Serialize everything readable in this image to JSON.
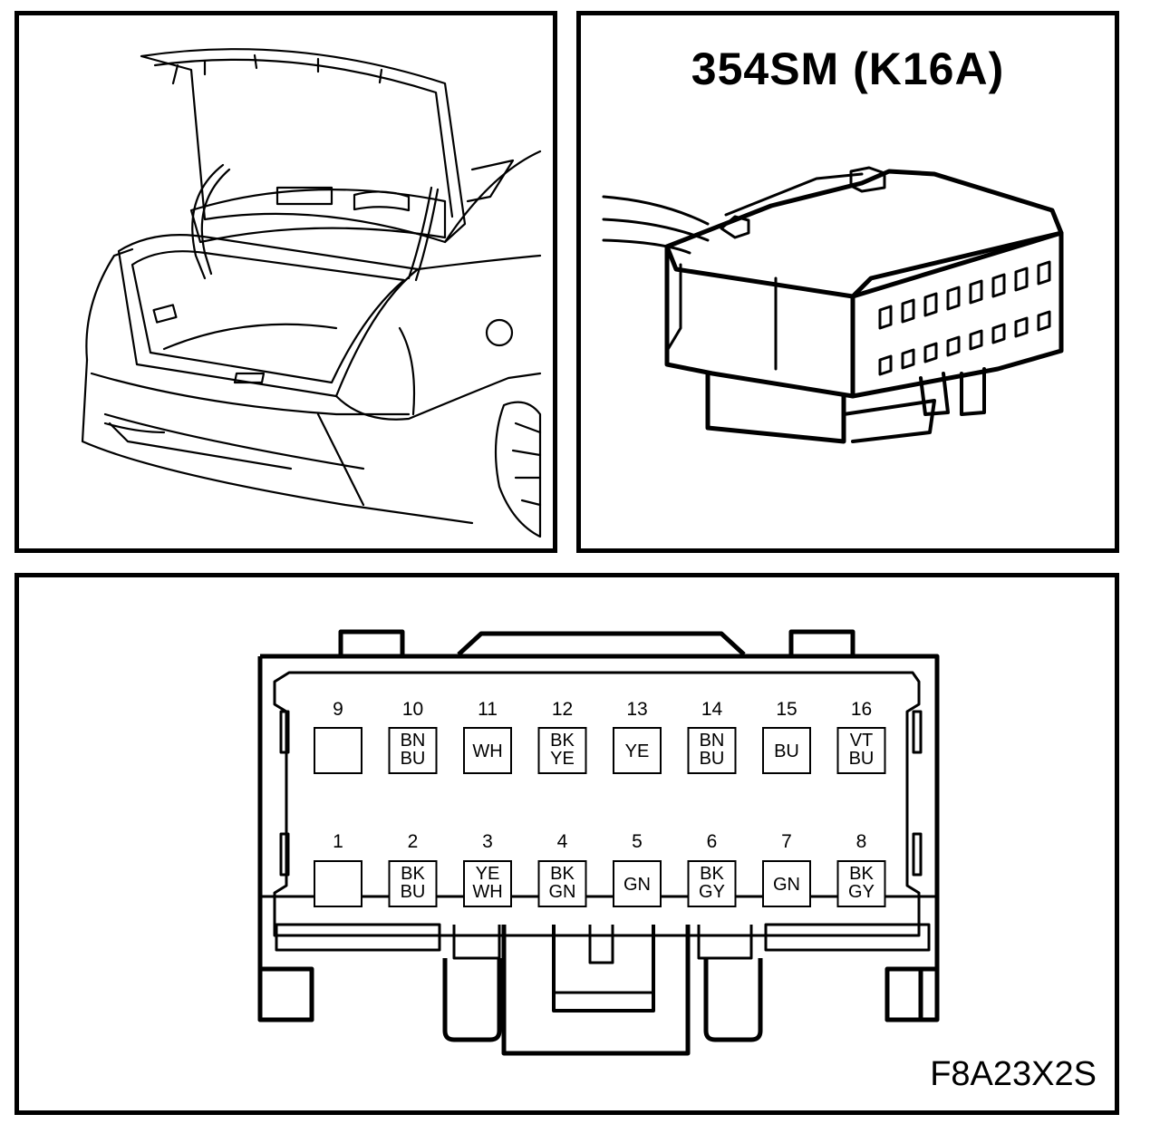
{
  "connector_title": "354SM (K16A)",
  "figure_code": "F8A23X2S",
  "pin_rows": {
    "top": [
      {
        "num": "9",
        "wires": []
      },
      {
        "num": "10",
        "wires": [
          "BN",
          "BU"
        ]
      },
      {
        "num": "11",
        "wires": [
          "WH"
        ]
      },
      {
        "num": "12",
        "wires": [
          "BK",
          "YE"
        ]
      },
      {
        "num": "13",
        "wires": [
          "YE"
        ]
      },
      {
        "num": "14",
        "wires": [
          "BN",
          "BU"
        ]
      },
      {
        "num": "15",
        "wires": [
          "BU"
        ]
      },
      {
        "num": "16",
        "wires": [
          "VT",
          "BU"
        ]
      }
    ],
    "bottom": [
      {
        "num": "1",
        "wires": []
      },
      {
        "num": "2",
        "wires": [
          "BK",
          "BU"
        ]
      },
      {
        "num": "3",
        "wires": [
          "YE",
          "WH"
        ]
      },
      {
        "num": "4",
        "wires": [
          "BK",
          "GN"
        ]
      },
      {
        "num": "5",
        "wires": [
          "GN"
        ]
      },
      {
        "num": "6",
        "wires": [
          "BK",
          "GY"
        ]
      },
      {
        "num": "7",
        "wires": [
          "GN"
        ]
      },
      {
        "num": "8",
        "wires": [
          "BK",
          "GY"
        ]
      }
    ]
  }
}
